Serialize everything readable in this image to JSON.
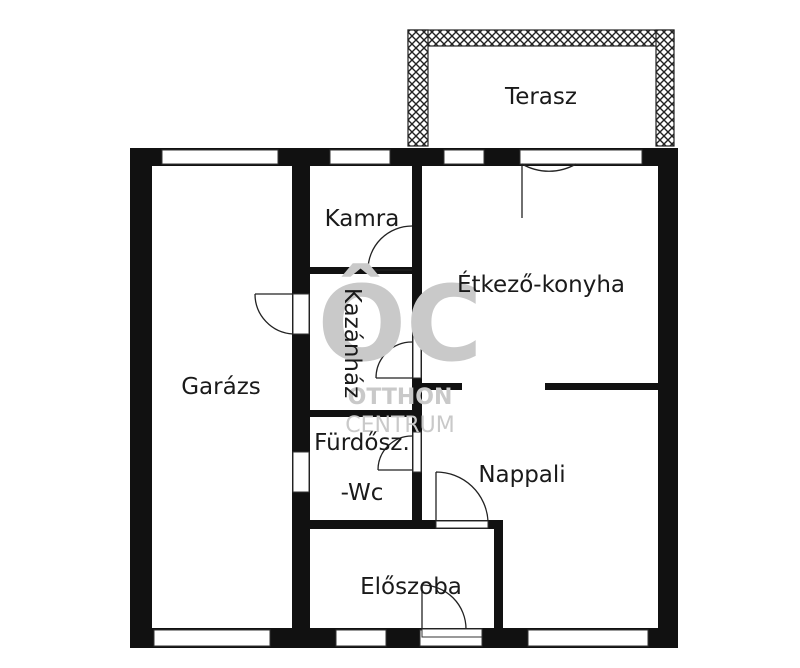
{
  "plan": {
    "rooms": [
      {
        "id": "terasz",
        "label": "Terasz"
      },
      {
        "id": "kamra",
        "label": "Kamra"
      },
      {
        "id": "etkezo-konyha",
        "label": "Étkező-konyha"
      },
      {
        "id": "kazanhaz",
        "label": "Kazánház"
      },
      {
        "id": "garazs",
        "label": "Garázs"
      },
      {
        "id": "furdo",
        "label_line1": "Fürdősz.",
        "label_line2": "-Wc"
      },
      {
        "id": "nappali",
        "label": "Nappali"
      },
      {
        "id": "eloszoba",
        "label": "Előszoba"
      }
    ]
  },
  "watermark": {
    "logo_letters": "ÔC",
    "line1": "OTTHON",
    "line2": "CENTRUM"
  },
  "colors": {
    "wall": "#111111",
    "window": "#ffffff",
    "terrace_hatch": "#222222",
    "watermark": "#c9c9c9"
  }
}
